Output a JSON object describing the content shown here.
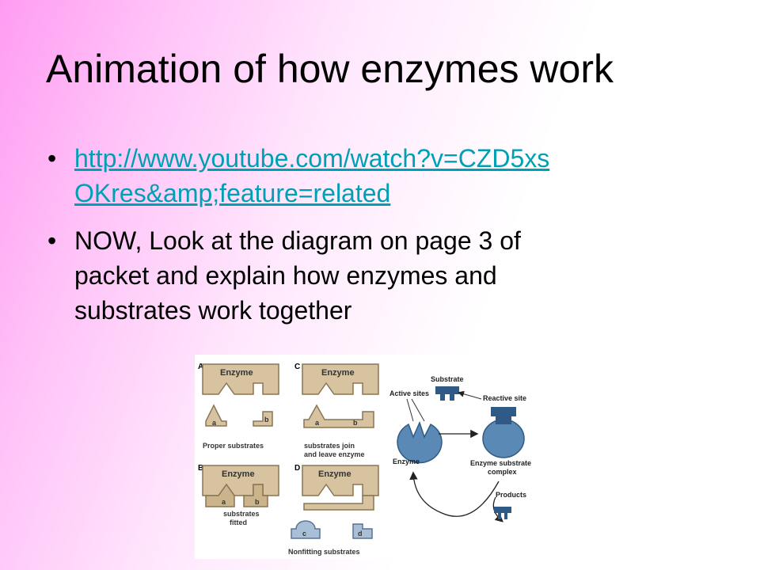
{
  "slide": {
    "title": "Animation of how enzymes work",
    "bullets": [
      {
        "bullet_glyph": "•",
        "link_line1": "http://www.youtube.com/watch?v=CZD5xs",
        "link_line2": "OKres&amp;feature=related"
      },
      {
        "bullet_glyph": "•",
        "lines": [
          "NOW, Look at the diagram on page 3 of",
          "packet and explain how enzymes and",
          "substrates work together"
        ]
      }
    ]
  },
  "diagram": {
    "panels": {
      "A": {
        "letter": "A",
        "enzyme": "Enzyme",
        "sub_a": "a",
        "sub_b": "b",
        "caption": "Proper substrates"
      },
      "B": {
        "letter": "B",
        "enzyme": "Enzyme",
        "sub_a": "a",
        "sub_b": "b",
        "caption_line1": "substrates",
        "caption_line2": "fitted"
      },
      "C": {
        "letter": "C",
        "enzyme": "Enzyme",
        "sub_a": "a",
        "sub_b": "b",
        "caption_line1": "substrates join",
        "caption_line2": "and leave enzyme"
      },
      "D": {
        "letter": "D",
        "enzyme": "Enzyme"
      }
    },
    "nonfitting": {
      "sub_c": "c",
      "sub_d": "d",
      "caption": "Nonfitting substrates"
    },
    "cycle": {
      "substrate": "Substrate",
      "active_sites": "Active sites",
      "reactive_site": "Reactive site",
      "enzyme": "Enzyme",
      "complex_line1": "Enzyme substrate",
      "complex_line2": "complex",
      "products": "Products"
    },
    "colors": {
      "tan": "#d7c3a0",
      "outline": "#8a7555",
      "blue": "#5a89b5",
      "dark_blue": "#2f5a85"
    }
  }
}
